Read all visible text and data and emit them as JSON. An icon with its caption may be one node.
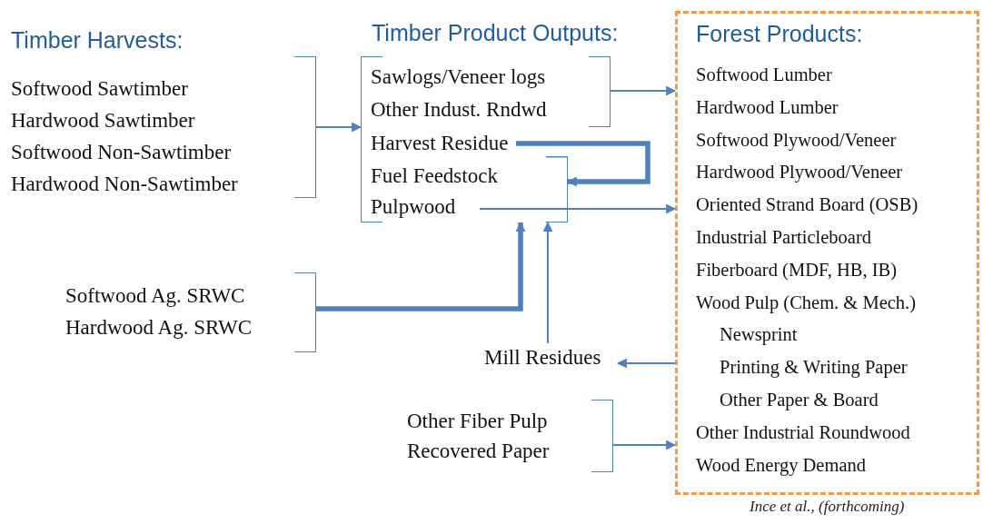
{
  "diagram": {
    "caption": "Ince et al., (forthcoming)",
    "nodes": [
      {
        "text": [
          "Timber Harvests:",
          "Softwood Sawtimber",
          "Hardwood Sawtimber",
          "Softwood Non-Sawtimber",
          "Hardwood Non-Sawtimber"
        ]
      },
      {
        "text": [
          "Timber Product Outputs:"
        ]
      },
      {
        "text": [
          "Sawlogs/Veneer logs",
          "Other Indust. Rndwd"
        ],
        "in": 1
      },
      {
        "text": [
          "Harvest Residue"
        ],
        "in": 1
      },
      {
        "text": [],
        "shape": "bracket",
        "in": 1
      },
      {
        "text": [
          "Fuel Feedstock"
        ],
        "in": 4
      },
      {
        "text": [
          "Pulpwood"
        ],
        "in": 4
      },
      {
        "text": [
          "Softwood Ag. SRWC",
          "Hardwood Ag. SRWC"
        ]
      },
      {
        "text": [
          "Mill Residues"
        ]
      },
      {
        "text": [
          "Other Fiber Pulp",
          "Recovered Paper"
        ]
      },
      {
        "text": [
          "Forest Products:",
          "Softwood Lumber",
          "Hardwood Lumber",
          "Softwood Plywood/Veneer",
          "Hardwood Plywood/Veneer",
          "Oriented Strand Board (OSB)",
          "Industrial Particleboard",
          "Fiberboard (MDF, HB, IB)",
          "Wood Pulp (Chem. & Mech.)",
          "Newsprint",
          "Printing & Writing Paper",
          "Other Paper & Board",
          "Other Industrial Roundwood",
          "Wood Energy Demand"
        ]
      }
    ],
    "edges": [
      {
        "from": 0,
        "to": 1,
        "arrow": "to"
      },
      {
        "from": 2,
        "to": 10,
        "arrow": "to"
      },
      {
        "from": 3,
        "to": 4,
        "arrow": "to",
        "style": "thick"
      },
      {
        "from": 6,
        "to": 10,
        "arrow": "to"
      },
      {
        "from": 7,
        "to": 1,
        "arrow": "to",
        "style": "thick"
      },
      {
        "from": 8,
        "to": 1,
        "arrow": "to"
      },
      {
        "from": 10,
        "to": 8,
        "arrow": "to"
      },
      {
        "from": 9,
        "to": 10,
        "arrow": "to"
      }
    ]
  }
}
